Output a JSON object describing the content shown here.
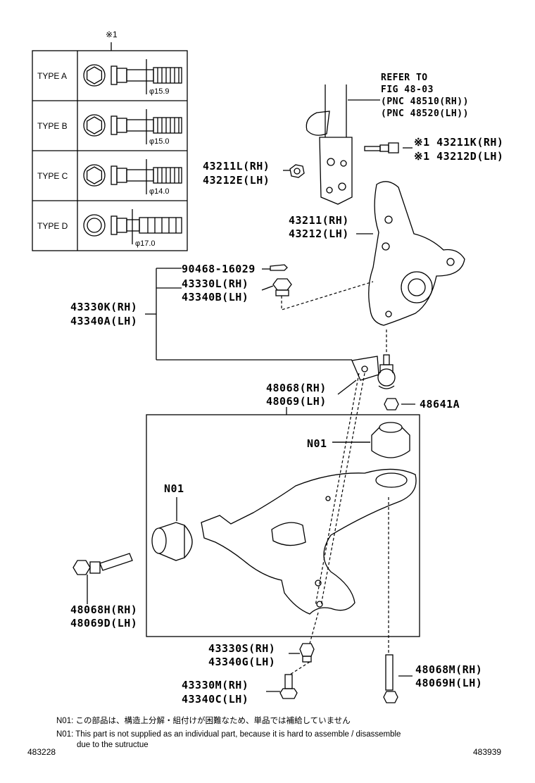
{
  "bolt_table": {
    "mark": "※1",
    "rows": [
      {
        "type": "TYPE  A",
        "dia": "φ15.9"
      },
      {
        "type": "TYPE  B",
        "dia": "φ15.0"
      },
      {
        "type": "TYPE  C",
        "dia": "φ14.0"
      },
      {
        "type": "TYPE  D",
        "dia": "φ17.0"
      }
    ]
  },
  "refer": {
    "line1": "REFER TO",
    "line2": "FIG 48-03",
    "line3": "(PNC 48510(RH))",
    "line4": "(PNC 48520(LH))"
  },
  "parts": {
    "bolt_k_rh": "※1 43211K(RH)",
    "bolt_d_lh": "※1 43212D(LH)",
    "nut_l_rh": "43211L(RH)",
    "nut_e_lh": "43212E(LH)",
    "knuckle_rh": "43211(RH)",
    "knuckle_lh": "43212(LH)",
    "cotter_pin": "90468-16029",
    "nut_330l_rh": "43330L(RH)",
    "nut_340b_lh": "43340B(LH)",
    "joint_k_rh": "43330K(RH)",
    "joint_a_lh": "43340A(LH)",
    "arm_rh": "48068(RH)",
    "arm_lh": "48069(LH)",
    "nut_48641a": "48641A",
    "n01_top": "N01",
    "n01_left": "N01",
    "bolt_h_rh": "48068H(RH)",
    "bolt_d_lh2": "48069D(LH)",
    "nut_s_rh": "43330S(RH)",
    "nut_g_lh": "43340G(LH)",
    "bolt_m_rh": "43330M(RH)",
    "bolt_c_lh": "43340C(LH)",
    "bolt_m_rh2": "48068M(RH)",
    "bolt_h_lh": "48069H(LH)"
  },
  "notes": {
    "jp": "N01: この部品は、構造上分解・組付けが困難なため、単品では補給していません",
    "en1": "N01: This part is not supplied as an individual part, because it is hard to assemble / disassemble",
    "en2": "due to the sutructue"
  },
  "footer": {
    "left_code": "483228",
    "right_code": "483939"
  }
}
